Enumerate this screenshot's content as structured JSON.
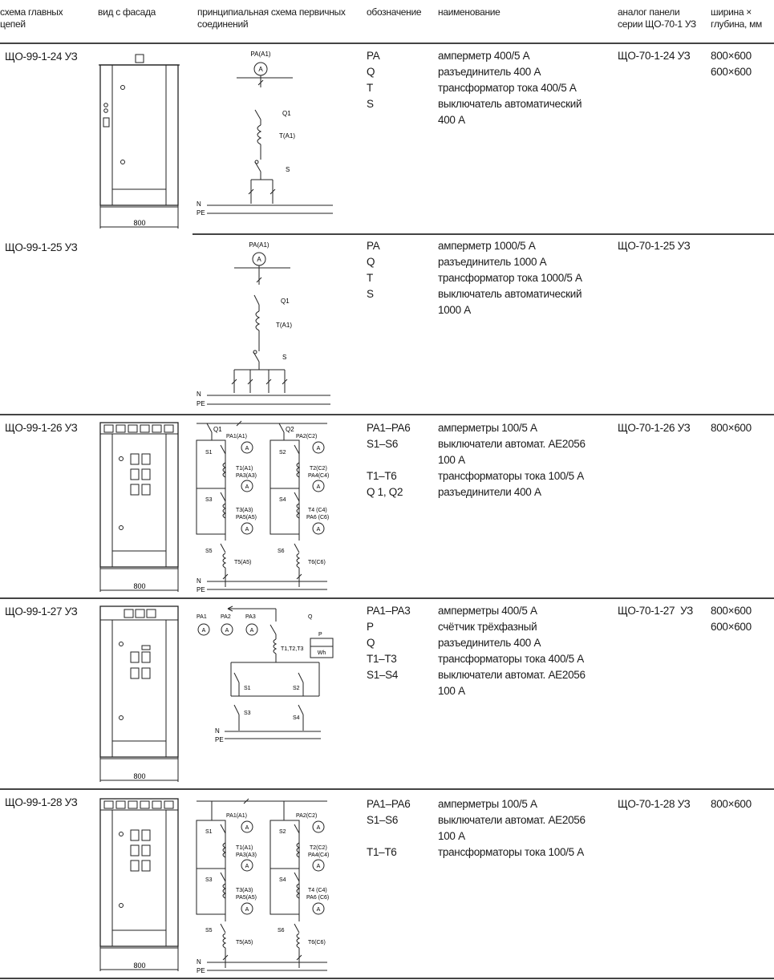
{
  "header": {
    "col1": "схема главных цепей",
    "col2": "вид с фасада",
    "col3": "принципиальная схема первичных соединений",
    "col4": "обозначение",
    "col5": "наименование",
    "col6": "аналог панели серии ЩО-70-1 УЗ",
    "col7": "ширина × глубина, мм"
  },
  "rows": [
    {
      "code": "ЩО-99-1-24 УЗ",
      "designations": [
        "PA",
        "Q",
        "T",
        "S"
      ],
      "names": [
        "амперметр 400/5 А",
        "разъединитель 400 А",
        "трансформатор тока 400/5 А",
        "выключатель автоматический",
        "400 А"
      ],
      "analog": "ЩО-70-1-24 УЗ",
      "sizes": [
        "800×600",
        "600×600"
      ],
      "facade_width": "800",
      "labels": {
        "pa": "PA(A1)",
        "q": "Q1",
        "t": "T(A1)",
        "s": "S",
        "n": "N",
        "pe": "PE"
      }
    },
    {
      "code": "ЩО-99-1-25 УЗ",
      "designations": [
        "PA",
        "Q",
        "T",
        "S"
      ],
      "names": [
        "амперметр 1000/5 А",
        "разъединитель 1000 А",
        "трансформатор тока 1000/5 А",
        "выключатель автоматический",
        "1000 А"
      ],
      "analog": "ЩО-70-1-25 УЗ",
      "sizes": [],
      "labels": {
        "pa": "PA(A1)",
        "q": "Q1",
        "t": "T(A1)",
        "s": "S",
        "n": "N",
        "pe": "PE"
      }
    },
    {
      "code": "ЩО-99-1-26 УЗ",
      "designations": [
        "PA1–PA6",
        "S1–S6",
        "",
        "T1–T6",
        "Q 1, Q2"
      ],
      "names": [
        "амперметры 100/5 А",
        "выключатели автомат. АЕ2056",
        "100 А",
        "трансформаторы тока 100/5 А",
        "разъединители 400 А"
      ],
      "analog": "ЩО-70-1-26 УЗ",
      "sizes": [
        "800×600"
      ],
      "facade_width": "800",
      "labels": {
        "q1": "Q1",
        "q2": "Q2",
        "pa1": "PA1(A1)",
        "pa2": "PA2(C2)",
        "s1": "S1",
        "s2": "S2",
        "t1": "T1(A1)",
        "pa3": "PA3(A3)",
        "t2": "T2(C2)",
        "pa4": "PA4(C4)",
        "s3": "S3",
        "s4": "S4",
        "t3": "T3(A3)",
        "pa5": "PA5(A5)",
        "t4": "T4 (C4)",
        "pa6": "PA6 (C6)",
        "s5": "S5",
        "s6": "S6",
        "t5": "T5(A5)",
        "t6": "T6(C6)",
        "n": "N",
        "pe": "PE"
      }
    },
    {
      "code": "ЩО-99-1-27 УЗ",
      "designations": [
        "PA1–PA3",
        "P",
        "Q",
        "T1–T3",
        "S1–S4"
      ],
      "names": [
        "амперметры 400/5 А",
        "счётчик трёхфазный",
        "разъединитель 400 А",
        "трансформаторы тока 400/5 А",
        "выключатели автомат. АЕ2056",
        "100 А"
      ],
      "analog": "ЩО-70-1-27  УЗ",
      "sizes": [
        "800×600",
        "600×600"
      ],
      "facade_width": "800",
      "labels": {
        "pa1": "PA1",
        "pa2": "PA2",
        "pa3": "PA3",
        "q": "Q",
        "p": "P",
        "wh": "Wh",
        "t": "T1,T2,T3",
        "s1": "S1",
        "s2": "S2",
        "s3": "S3",
        "s4": "S4",
        "n": "N",
        "pe": "PE"
      }
    },
    {
      "code": "ЩО-99-1-28 УЗ",
      "designations": [
        "PA1–PA6",
        "S1–S6",
        "",
        "T1–T6"
      ],
      "names": [
        "амперметры 100/5 А",
        "выключатели автомат. АЕ2056",
        "100 А",
        "трансформаторы тока 100/5 А"
      ],
      "analog": "ЩО-70-1-28 УЗ",
      "sizes": [
        "800×600"
      ],
      "facade_width": "800",
      "labels": {
        "pa1": "PA1(A1)",
        "pa2": "PA2(C2)",
        "s1": "S1",
        "s2": "S2",
        "t1": "T1(A1)",
        "pa3": "PA3(A3)",
        "t2": "T2(C2)",
        "pa4": "PA4(C4)",
        "s3": "S3",
        "s4": "S4",
        "t3": "T3(A3)",
        "pa5": "PA5(A5)",
        "t4": "T4 (C4)",
        "pa6": "PA6 (C6)",
        "s5": "S5",
        "s6": "S6",
        "t5": "T5(A5)",
        "t6": "T6(C6)",
        "n": "N",
        "pe": "PE"
      }
    }
  ],
  "icons": {
    "ammeter": "A"
  }
}
